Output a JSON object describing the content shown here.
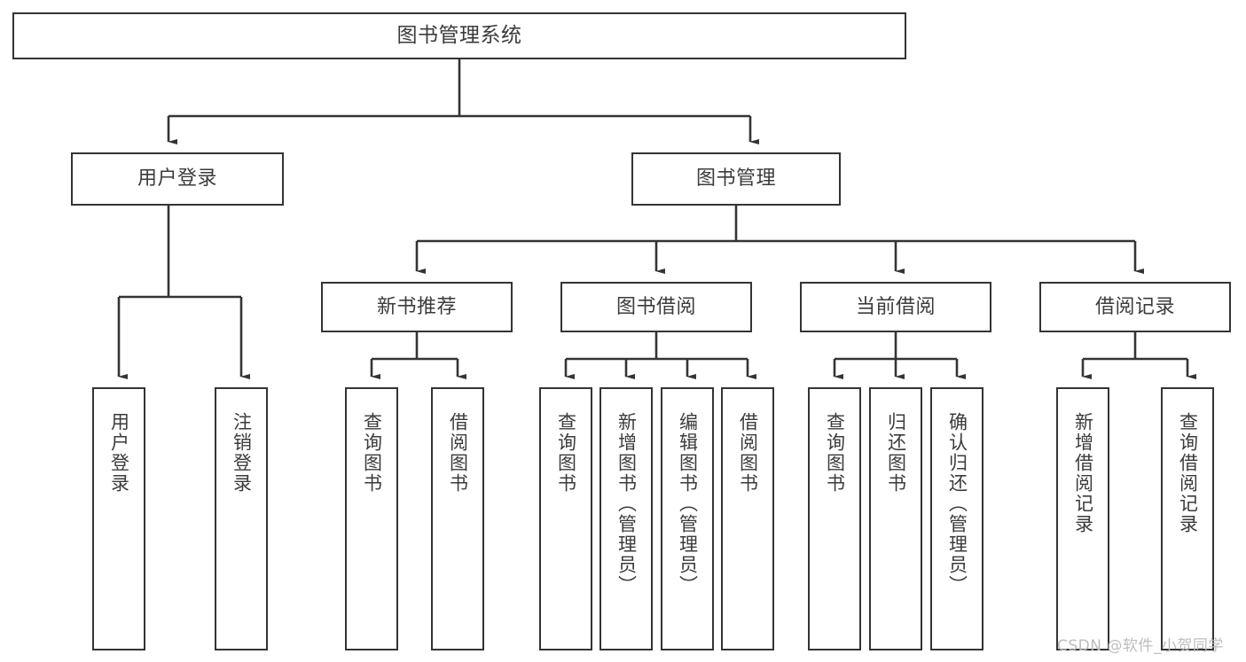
{
  "diagram": {
    "title": "图书管理系统",
    "watermark": "CSDN @软件_小贺同学",
    "colors": {
      "stroke": "#343434",
      "fill": "#ffffff",
      "text": "#3b3b3b",
      "watermark": "#bdbdbd"
    },
    "levels": {
      "root": {
        "label": "图书管理系统"
      },
      "level2": [
        {
          "label": "用户登录"
        },
        {
          "label": "图书管理"
        }
      ],
      "level3": [
        {
          "label": "新书推荐"
        },
        {
          "label": "图书借阅"
        },
        {
          "label": "当前借阅"
        },
        {
          "label": "借阅记录"
        }
      ],
      "leaves": {
        "user_login": [
          {
            "label": "用户登录"
          },
          {
            "label": "注销登录"
          }
        ],
        "new_book": [
          {
            "label": "查询图书"
          },
          {
            "label": "借阅图书"
          }
        ],
        "book_borrow": [
          {
            "label": "查询图书"
          },
          {
            "label": "新增图书（管理员）"
          },
          {
            "label": "编辑图书（管理员）"
          },
          {
            "label": "借阅图书"
          }
        ],
        "current_borrow": [
          {
            "label": "查询图书"
          },
          {
            "label": "归还图书"
          },
          {
            "label": "确认归还（管理员）"
          }
        ],
        "borrow_record": [
          {
            "label": "新增借阅记录"
          },
          {
            "label": "查询借阅记录"
          }
        ]
      }
    }
  }
}
